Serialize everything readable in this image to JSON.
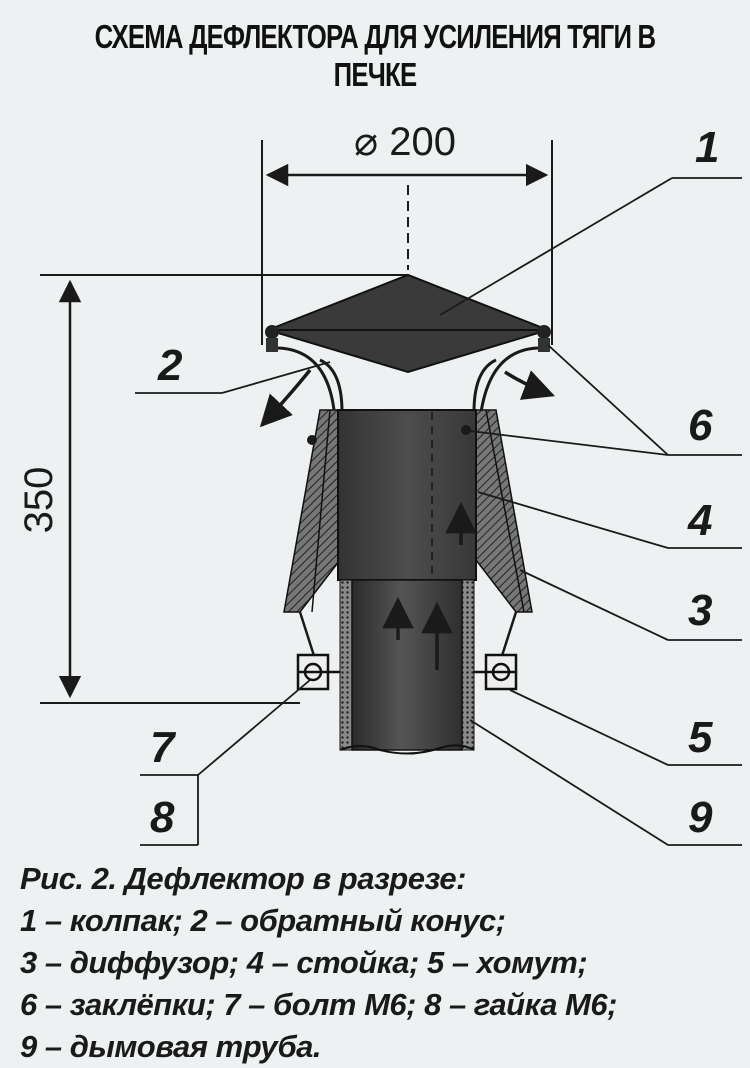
{
  "title": "СХЕМА ДЕФЛЕКТОРА ДЛЯ УСИЛЕНИЯ ТЯГИ В ПЕЧКЕ",
  "dimensions": {
    "diameter": "⌀ 200",
    "height": "350"
  },
  "callouts": [
    "1",
    "2",
    "3",
    "4",
    "5",
    "6",
    "7",
    "8",
    "9"
  ],
  "caption": {
    "heading": "Рис. 2. Дефлектор в разрезе:",
    "lines": [
      "1 – колпак; 2 – обратный конус;",
      "3 – диффузор; 4 – стойка; 5 – хомут;",
      "6 – заклёпки; 7 – болт М6; 8 – гайка М6;",
      "9 – дымовая труба."
    ]
  }
}
